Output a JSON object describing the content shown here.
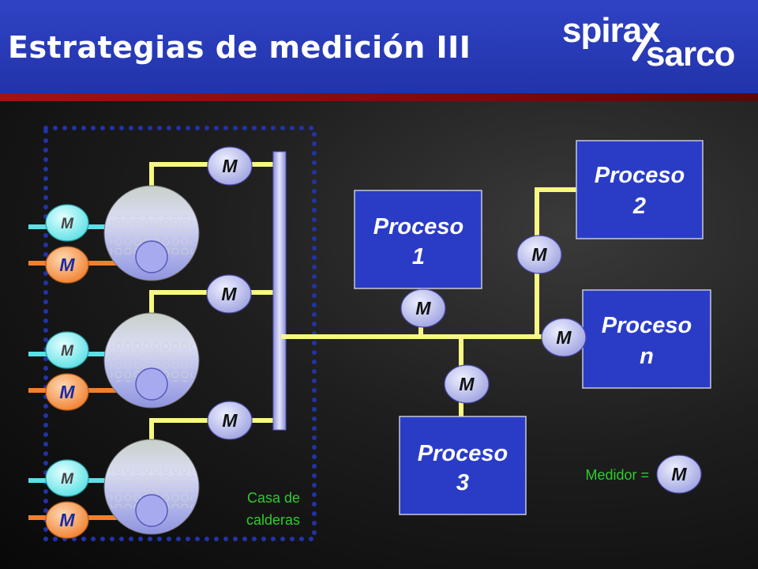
{
  "title": "Estrategias de medición III",
  "brand": {
    "line1": "spirax",
    "line2": "sarco"
  },
  "meter_symbol": "M",
  "processes": [
    {
      "line1": "Proceso",
      "line2": "1"
    },
    {
      "line1": "Proceso",
      "line2": "2"
    },
    {
      "line1": "Proceso",
      "line2": "n"
    },
    {
      "line1": "Proceso",
      "line2": "3"
    }
  ],
  "boiler_house_label": {
    "line1": "Casa de",
    "line2": "calderas"
  },
  "legend": {
    "label": "Medidor =",
    "symbol": "M"
  },
  "colors": {
    "header": "#2a3cba",
    "header_stripe": "#8a1010",
    "process_box": "#2a3cc6",
    "pipe": "#f7f784",
    "meter": "#b9bcec",
    "cyan_meter": "#7ef0f0",
    "orange_meter": "#f49046",
    "label_green": "#2fcc2f",
    "dotted_border": "#2233aa"
  }
}
